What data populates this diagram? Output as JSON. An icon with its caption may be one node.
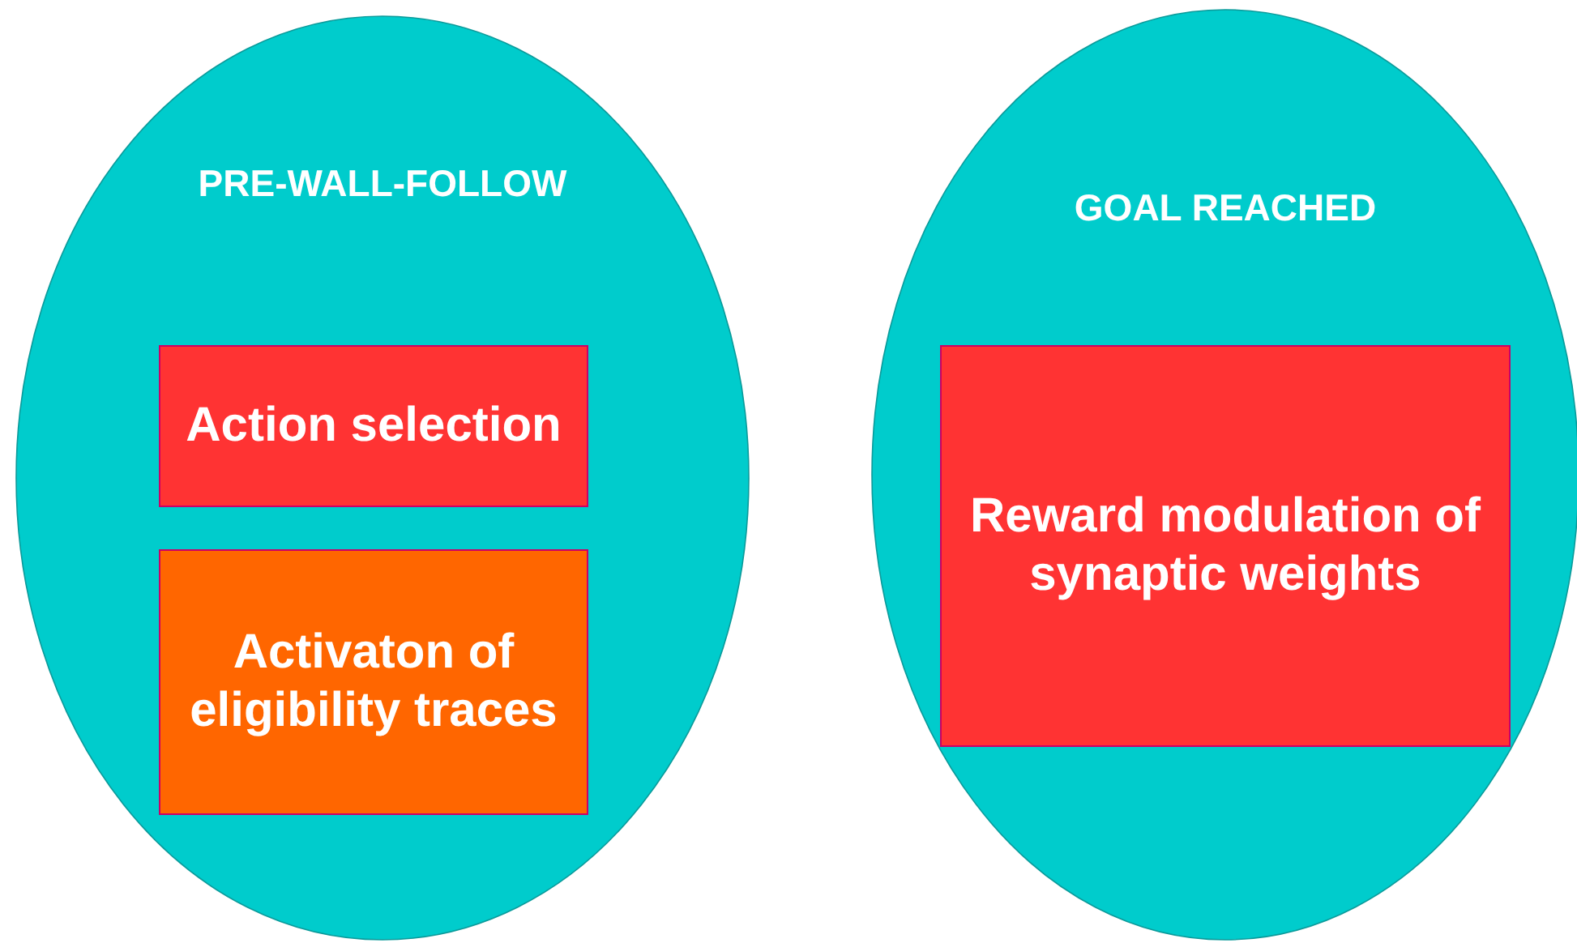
{
  "diagram": {
    "nodes": [
      {
        "text": [
          "PRE-WALL-FOLLOW"
        ]
      },
      {
        "text": [
          "Action selection"
        ],
        "in": 0
      },
      {
        "text": [
          "Activaton of eligibility traces"
        ],
        "in": 0
      },
      {
        "text": [
          "GOAL REACHED"
        ]
      },
      {
        "text": [
          "Reward modulation of synaptic weights"
        ],
        "in": 3
      }
    ]
  }
}
